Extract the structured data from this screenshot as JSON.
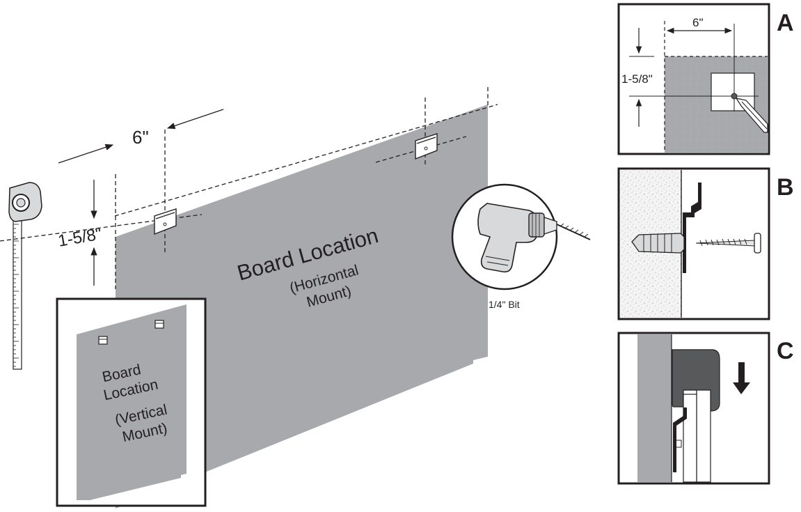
{
  "main": {
    "dim_horizontal": "6\"",
    "dim_vertical": "1-5/8\"",
    "board_title": "Board Location",
    "board_subtitle_line1": "(Horizontal",
    "board_subtitle_line2": "Mount)",
    "drill_bit": "1/4\" Bit"
  },
  "inset_vertical": {
    "line1": "Board",
    "line2": "Location",
    "line3": "(Vertical",
    "line4": "Mount)"
  },
  "panel_a": {
    "letter": "A",
    "dim_horizontal": "6\"",
    "dim_vertical": "1-5/8\""
  },
  "panel_b": {
    "letter": "B"
  },
  "panel_c": {
    "letter": "C"
  },
  "colors": {
    "board": "#a7a9ac",
    "ink": "#231f20",
    "dark": "#58595b",
    "wall": "#f0f0f0"
  }
}
